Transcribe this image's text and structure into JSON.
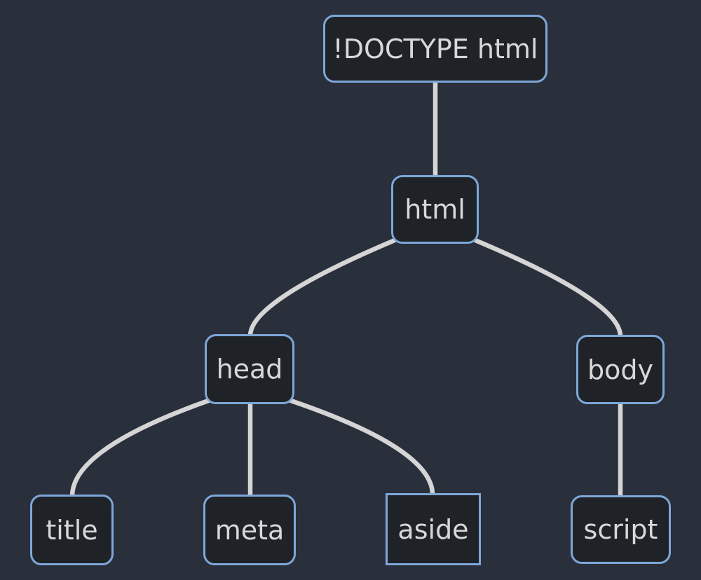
{
  "diagram": {
    "type": "tree",
    "colors": {
      "background": "#2a2f3c",
      "node_fill": "#1f2328",
      "node_border": "#7da7d8",
      "connector": "#d5d5d5",
      "text": "#d8d8d8"
    },
    "nodes": [
      {
        "id": "doctype",
        "label": "!DOCTYPE html",
        "shape": "rounded"
      },
      {
        "id": "html",
        "label": "html",
        "shape": "rounded"
      },
      {
        "id": "head",
        "label": "head",
        "shape": "rounded"
      },
      {
        "id": "body",
        "label": "body",
        "shape": "rounded"
      },
      {
        "id": "title",
        "label": "title",
        "shape": "rounded"
      },
      {
        "id": "meta",
        "label": "meta",
        "shape": "rounded"
      },
      {
        "id": "aside",
        "label": "aside",
        "shape": "square"
      },
      {
        "id": "script",
        "label": "script",
        "shape": "rounded"
      }
    ],
    "edges": [
      {
        "from": "doctype",
        "to": "html"
      },
      {
        "from": "html",
        "to": "head"
      },
      {
        "from": "html",
        "to": "body"
      },
      {
        "from": "head",
        "to": "title"
      },
      {
        "from": "head",
        "to": "meta"
      },
      {
        "from": "head",
        "to": "aside"
      },
      {
        "from": "body",
        "to": "script"
      }
    ]
  }
}
